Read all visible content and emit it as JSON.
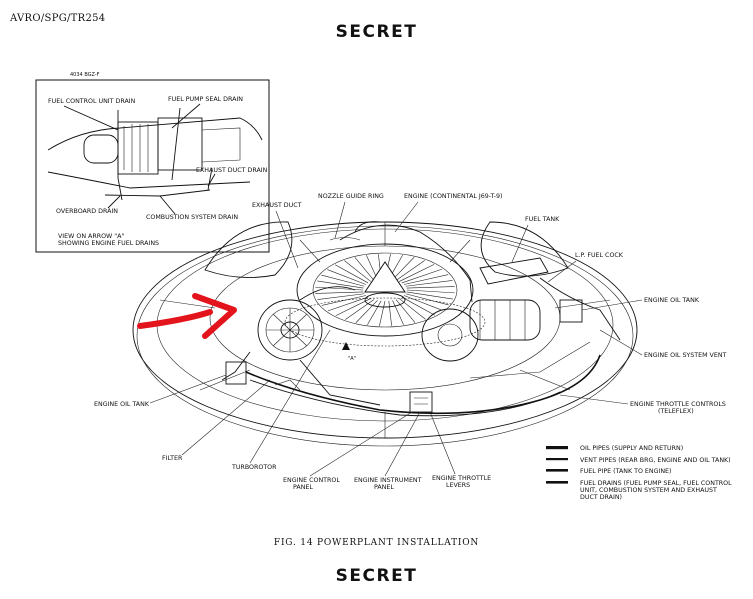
{
  "header": {
    "doc_id": "AVRO/SPG/TR254",
    "classification": "SECRET"
  },
  "inset": {
    "drawing_no": "4034 BGZ-F",
    "labels": {
      "fuel_control_unit_drain": "FUEL CONTROL UNIT DRAIN",
      "fuel_pump_seal_drain": "FUEL PUMP SEAL DRAIN",
      "exhaust_duct_drain": "EXHAUST DUCT DRAIN",
      "overboard_drain": "OVERBOARD DRAIN",
      "combustion_system_drain": "COMBUSTION SYSTEM DRAIN",
      "view_line1": "VIEW ON ARROW \"A\"",
      "view_line2": "SHOWING ENGINE FUEL DRAINS"
    }
  },
  "labels": {
    "exhaust_duct": "EXHAUST DUCT",
    "nozzle_guide_ring": "NOZZLE GUIDE RING",
    "engine_continental": "ENGINE (CONTINENTAL J69-T-9)",
    "fuel_tank": "FUEL TANK",
    "lp_fuel_cock": "L.P. FUEL COCK",
    "engine_oil_tank_right": "ENGINE OIL TANK",
    "engine_oil_system_vent": "ENGINE OIL SYSTEM VENT",
    "engine_throttle_controls_1": "ENGINE THROTTLE CONTROLS",
    "engine_throttle_controls_2": "(TELEFLEX)",
    "engine_oil_tank_left": "ENGINE OIL TANK",
    "filter": "FILTER",
    "turborotor": "TURBOROTOR",
    "engine_control_panel_1": "ENGINE CONTROL",
    "engine_control_panel_2": "PANEL",
    "engine_instrument_panel_1": "ENGINE INSTRUMENT",
    "engine_instrument_panel_2": "PANEL",
    "engine_throttle_levers_1": "ENGINE THROTTLE",
    "engine_throttle_levers_2": "LEVERS",
    "arrow_a": "\"A\""
  },
  "legend": [
    {
      "line1": "OIL PIPES (SUPPLY AND RETURN)",
      "line2": "",
      "line3": ""
    },
    {
      "line1": "VENT PIPES (REAR BRG, ENGINE AND OIL TANK)",
      "line2": "",
      "line3": ""
    },
    {
      "line1": "FUEL PIPE (TANK TO ENGINE)",
      "line2": "",
      "line3": ""
    },
    {
      "line1": "FUEL DRAINS (FUEL PUMP SEAL, FUEL CONTROL",
      "line2": "UNIT, COMBUSTION SYSTEM AND EXHAUST",
      "line3": "DUCT DRAIN)"
    }
  ],
  "caption": "FIG. 14  POWERPLANT INSTALLATION",
  "colors": {
    "annotation_arrow": "#e3141b",
    "ink": "#111111"
  }
}
